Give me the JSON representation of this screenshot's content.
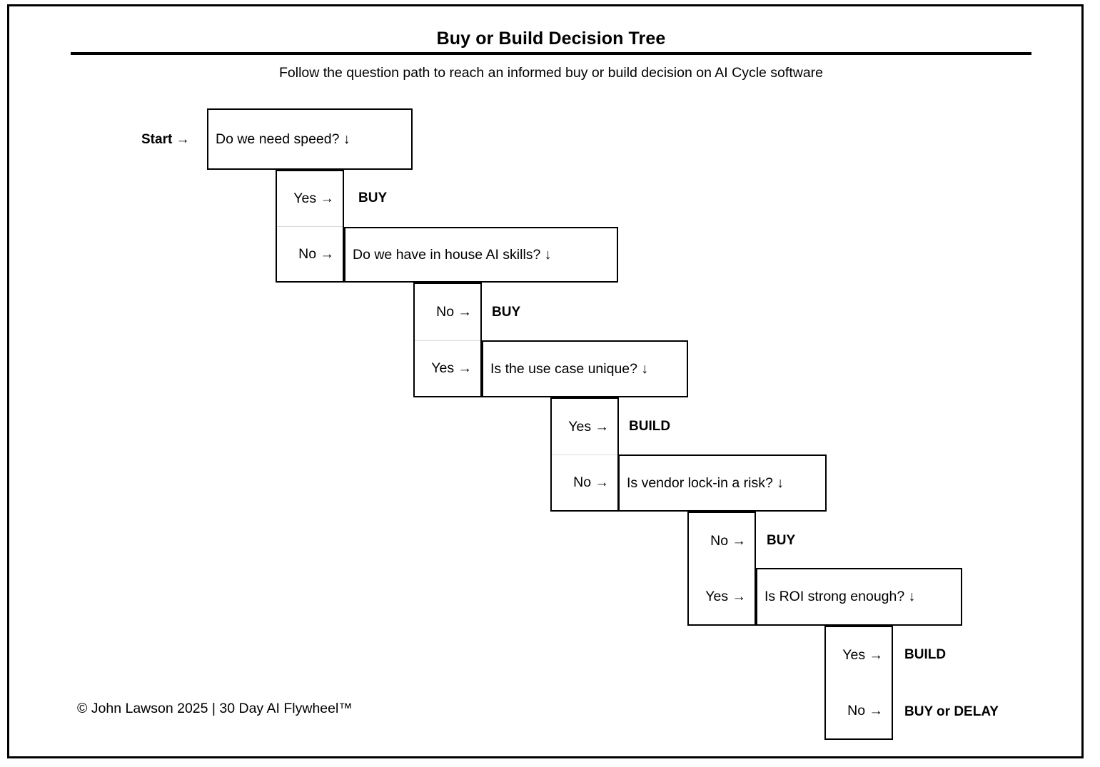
{
  "document": {
    "title": "Buy or Build Decision Tree",
    "subtitle": "Follow the question path to reach an informed buy or build decision on AI Cycle software",
    "footer": "© John Lawson 2025 | 30 Day AI Flywheel™",
    "start_label": "Start →",
    "down_arrow": "↓",
    "accent_color": "#000000",
    "divider_color": "#d9d9d9",
    "background_color": "#ffffff"
  },
  "tree": {
    "levels": [
      {
        "id": "level-1",
        "question": "Do we need speed? ↓",
        "branches": [
          {
            "label": "Yes →",
            "result": "BUY",
            "kind": "outcome"
          },
          {
            "label": "No →",
            "result": "Do we have in house AI skills? ↓",
            "kind": "question"
          }
        ]
      },
      {
        "id": "level-2",
        "question": "Do we have in house AI skills? ↓",
        "branches": [
          {
            "label": "No →",
            "result": "BUY",
            "kind": "outcome"
          },
          {
            "label": "Yes →",
            "result": "Is the use case unique? ↓",
            "kind": "question"
          }
        ]
      },
      {
        "id": "level-3",
        "question": "Is the use case unique? ↓",
        "branches": [
          {
            "label": "Yes →",
            "result": "BUILD",
            "kind": "outcome"
          },
          {
            "label": "No →",
            "result": "Is vendor lock-in a risk? ↓",
            "kind": "question"
          }
        ]
      },
      {
        "id": "level-4",
        "question": "Is vendor lock-in a risk? ↓",
        "branches": [
          {
            "label": "No →",
            "result": "BUY",
            "kind": "outcome"
          },
          {
            "label": "Yes →",
            "result": "Is ROI strong enough? ↓",
            "kind": "question"
          }
        ]
      },
      {
        "id": "level-5",
        "question": "Is ROI strong enough? ↓",
        "branches": [
          {
            "label": "Yes →",
            "result": "BUILD",
            "kind": "outcome"
          },
          {
            "label": "No →",
            "result": "BUY or DELAY",
            "kind": "outcome"
          }
        ]
      }
    ]
  }
}
